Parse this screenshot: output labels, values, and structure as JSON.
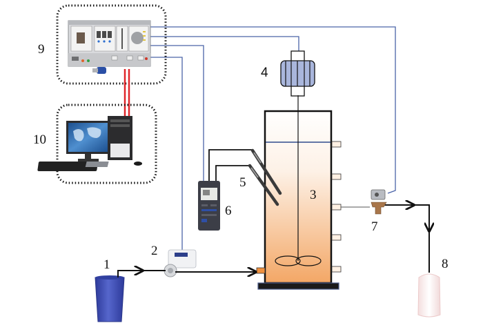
{
  "diagram": {
    "title": "Bioreactor experimental setup schematic",
    "components": [
      {
        "id": "1",
        "label": "1",
        "name": "Feed tank (blue bucket)"
      },
      {
        "id": "2",
        "label": "2",
        "name": "Peristaltic pump"
      },
      {
        "id": "3",
        "label": "3",
        "name": "Reactor vessel with stirrer"
      },
      {
        "id": "4",
        "label": "4",
        "name": "Stirrer motor"
      },
      {
        "id": "5",
        "label": "5",
        "name": "Probes / electrodes"
      },
      {
        "id": "6",
        "label": "6",
        "name": "Handheld meter"
      },
      {
        "id": "7",
        "label": "7",
        "name": "Solenoid valve"
      },
      {
        "id": "8",
        "label": "8",
        "name": "Effluent container"
      },
      {
        "id": "9",
        "label": "9",
        "name": "Control panel"
      },
      {
        "id": "10",
        "label": "10",
        "name": "Computer"
      }
    ],
    "colors": {
      "signal_line": "#4a63a8",
      "flow_line": "#111111",
      "data_cable": "#e0262a",
      "reactor_fill_top": "#fffaf5",
      "reactor_fill_bottom": "#f3a766",
      "motor_fill": "#a9b6dc",
      "bucket": "#3f50b5"
    }
  }
}
